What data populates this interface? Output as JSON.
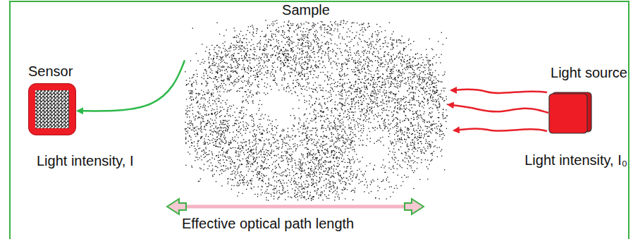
{
  "diagram": {
    "nodes": [
      {
        "text": [
          "Sample"
        ]
      },
      {
        "text": [
          "Sensor",
          "Light intensity, I"
        ]
      },
      {
        "text": [
          "Light source",
          "Light intensity, I₀"
        ]
      }
    ],
    "edges": [
      {
        "from": 2,
        "to": 0,
        "arrow": "to"
      },
      {
        "from": 0,
        "to": 1,
        "arrow": "to"
      }
    ],
    "labels": [
      "Effective optical path length"
    ]
  }
}
